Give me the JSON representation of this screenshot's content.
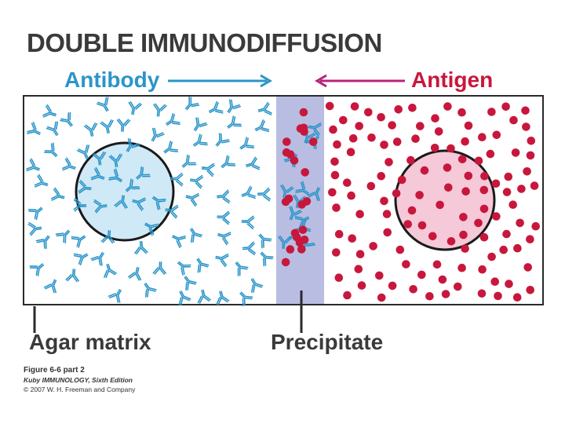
{
  "title": "DOUBLE IMMUNODIFFUSION",
  "labels": {
    "antibody": "Antibody",
    "antigen": "Antigen",
    "agar_matrix": "Agar matrix",
    "precipitate": "Precipitate"
  },
  "credits": {
    "figure": "Figure 6-6 part 2",
    "book": "Kuby IMMUNOLOGY, Sixth Edition",
    "copyright": "© 2007 W. H. Freeman and Company"
  },
  "colors": {
    "antibody": "#2b95c9",
    "antigen": "#c8173c",
    "antibody_well": "#cfe9f7",
    "antigen_well": "#f5c9d8",
    "precipitate_band": "#b9bde2",
    "antigen_arrow": "#b8237a"
  }
}
